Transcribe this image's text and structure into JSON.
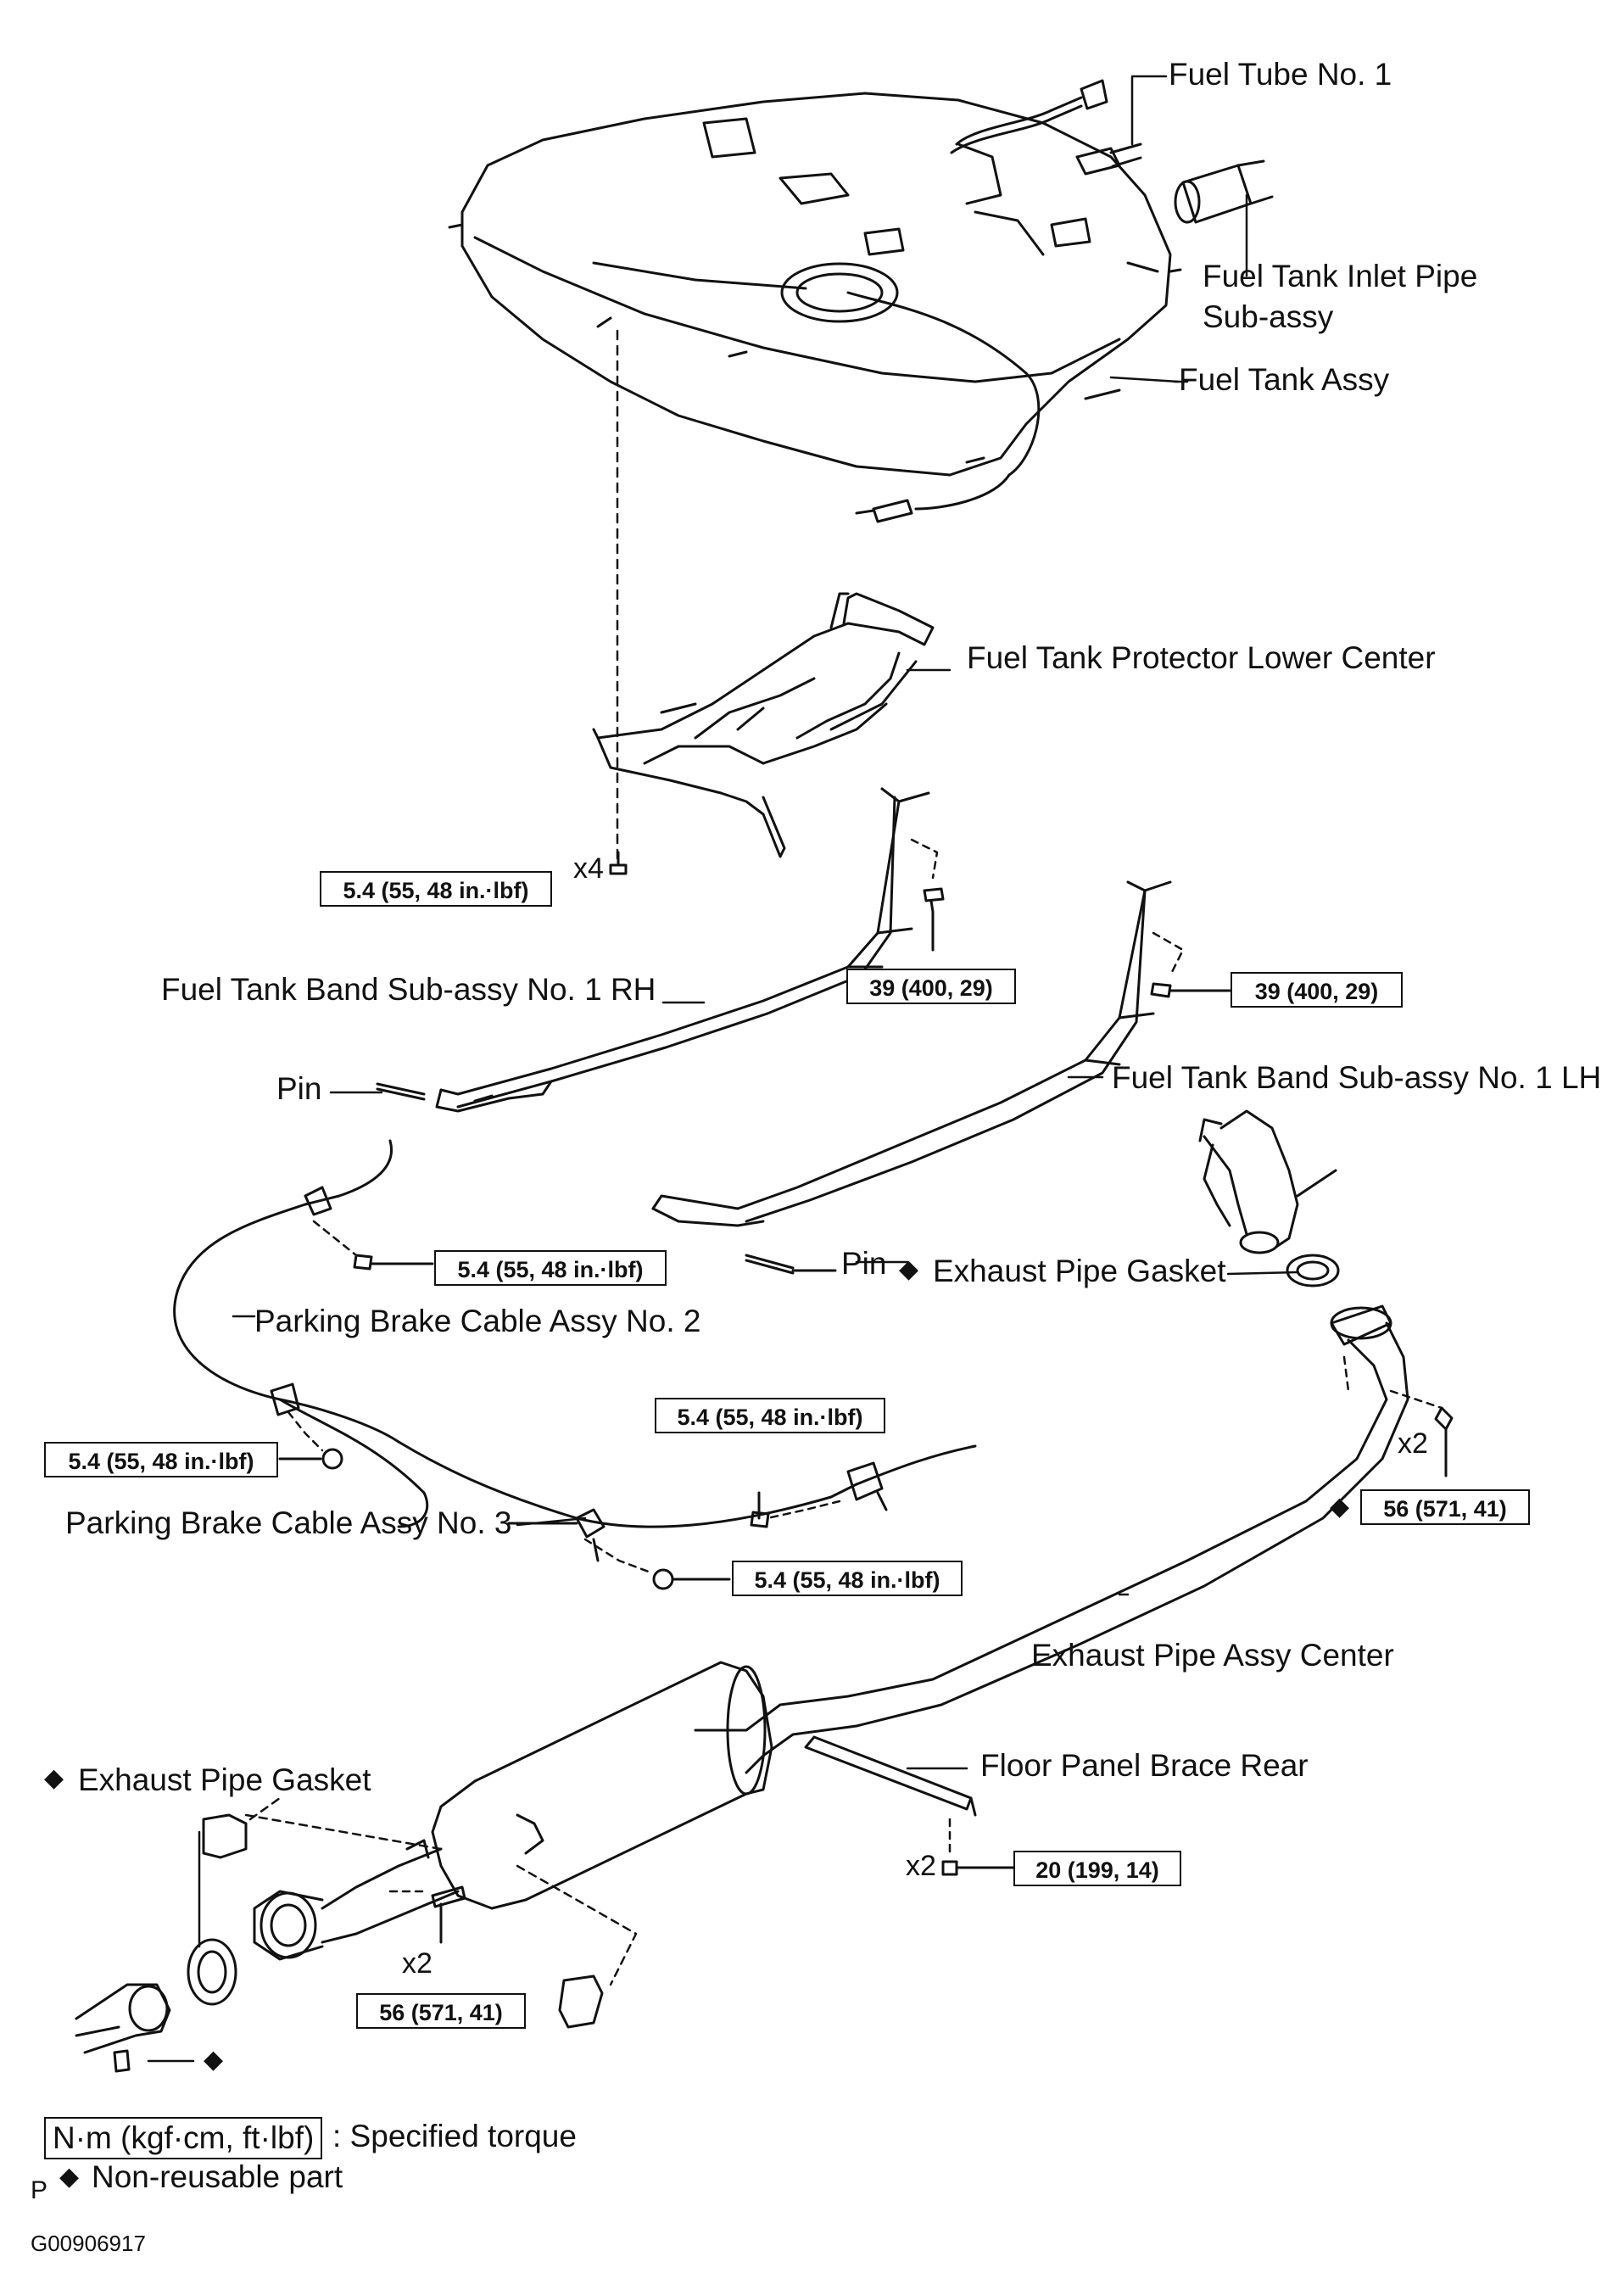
{
  "labels": {
    "fuel_tube_no1": "Fuel Tube No. 1",
    "fuel_tank_inlet_pipe_line1": "Fuel Tank Inlet Pipe",
    "fuel_tank_inlet_pipe_line2": "Sub-assy",
    "fuel_tank_assy": "Fuel Tank Assy",
    "fuel_tank_protector": "Fuel Tank Protector Lower Center",
    "band_rh": "Fuel Tank Band Sub-assy No. 1 RH",
    "band_lh": "Fuel Tank Band Sub-assy No. 1 LH",
    "pin": "Pin",
    "exhaust_pipe_gasket": "Exhaust Pipe Gasket",
    "parking_brake_no2": "Parking Brake Cable Assy No. 2",
    "parking_brake_no3": "Parking Brake Cable Assy No. 3",
    "exhaust_pipe_center": "Exhaust Pipe Assy Center",
    "floor_panel_brace": "Floor Panel Brace Rear"
  },
  "torques": {
    "t_5_4": "5.4 (55, 48 in.·lbf)",
    "t_39": "39 (400, 29)",
    "t_56": "56 (571, 41)",
    "t_20": "20 (199, 14)"
  },
  "multipliers": {
    "x4": "x4",
    "x2": "x2"
  },
  "symbols": {
    "diamond": "◆"
  },
  "legend": {
    "unit_box": "N·m (kgf·cm, ft·lbf)",
    "specified_torque": ": Specified torque",
    "non_reusable": "Non-reusable part"
  },
  "footer": {
    "p_mark": "P",
    "figure_id": "G00906917"
  }
}
